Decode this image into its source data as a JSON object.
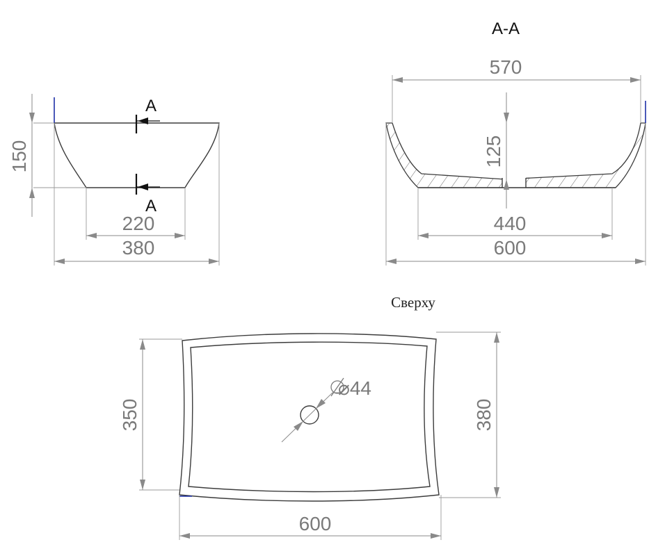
{
  "views": {
    "front": {
      "section_mark_top": "A",
      "section_mark_bottom": "A",
      "dims": {
        "height": "150",
        "base_width": "220",
        "top_width": "380"
      }
    },
    "section": {
      "title": "А-А",
      "dims": {
        "inner_width": "570",
        "depth": "125",
        "base_width": "440",
        "outer_width": "600"
      }
    },
    "top": {
      "title": "Сверху",
      "dims": {
        "drain_diameter": "⌀44",
        "inner_height": "350",
        "outer_height": "380",
        "width": "600"
      }
    }
  }
}
